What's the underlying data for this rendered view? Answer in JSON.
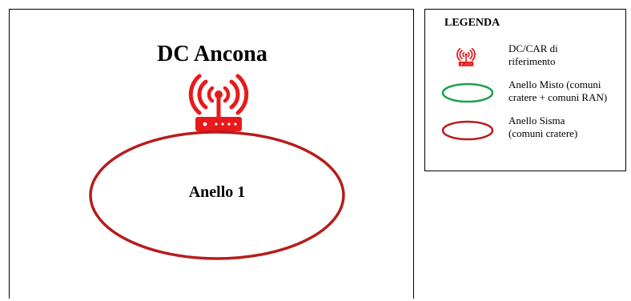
{
  "main": {
    "title": "DC Ancona",
    "ring_label": "Anello 1",
    "ring_type": "sisma",
    "icon": "router-icon"
  },
  "legend": {
    "title": "LEGENDA",
    "items": [
      {
        "icon": "router-icon",
        "label_line1": "DC/CAR di",
        "label_line2": "riferimento"
      },
      {
        "icon": "green-ring-icon",
        "label_line1": "Anello Misto (comuni",
        "label_line2": "cratere + comuni RAN)"
      },
      {
        "icon": "red-ring-icon",
        "label_line1": "Anello Sisma",
        "label_line2": "(comuni cratere)"
      }
    ]
  },
  "colors": {
    "router_red": "#e8191a",
    "ring_red": "#b71c1c",
    "ring_green": "#1aa04a",
    "border": "#000000"
  }
}
